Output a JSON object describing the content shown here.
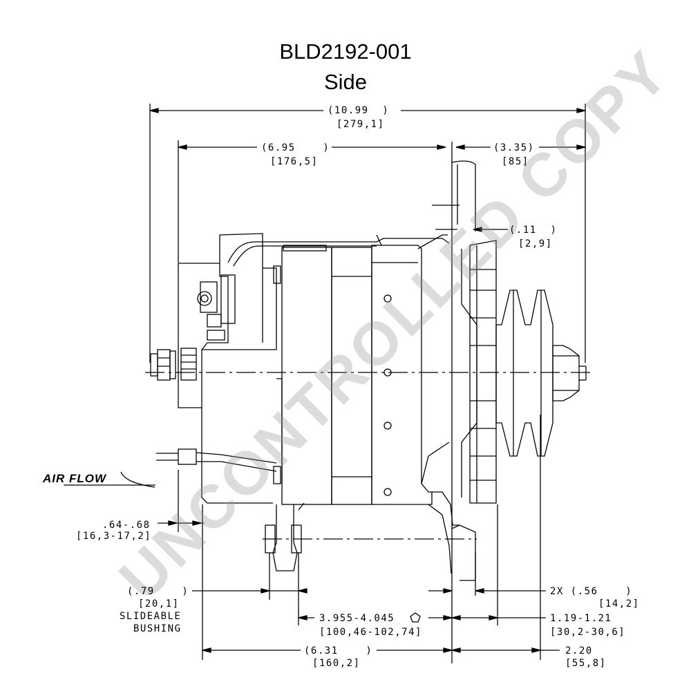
{
  "title": "BLD2192-001",
  "view": "Side",
  "watermark": "UNCONTROLLED COPY",
  "air_flow_label": "AIR FLOW",
  "dimensions": {
    "overall_in": "(10.99  )",
    "overall_mm": "[279,1]",
    "body_in": "(6.95    )",
    "body_mm": "[176,5]",
    "front_in": "(3.35)",
    "front_mm": "[85]",
    "fan_gap_in": "(.11  )",
    "fan_gap_mm": "[2,9]",
    "terminal_in": ".64-.68",
    "terminal_mm": "[16,3-17,2]",
    "bushing_in": "(.79    )",
    "bushing_mm": "[20,1]",
    "bushing_note_1": "SLIDEABLE",
    "bushing_note_2": "BUSHING",
    "mount_span_in": "3.955-4.045",
    "mount_span_mm": "[100,46-102,74]",
    "pulley_in": "2X (.56    )",
    "pulley_mm": "[14,2]",
    "hub_in": "1.19-1.21",
    "hub_mm": "[30,2-30,6]",
    "lower_in": "(6.31    )",
    "lower_mm": "[160,2]",
    "shaft_in": "2.20",
    "shaft_mm": "[55,8]"
  }
}
